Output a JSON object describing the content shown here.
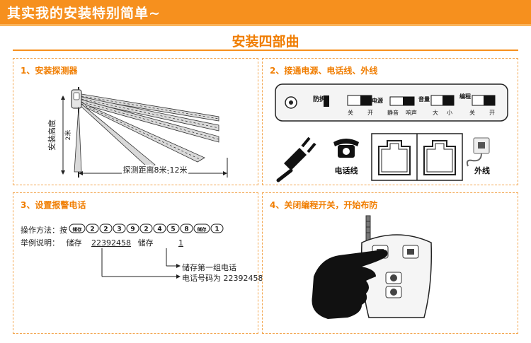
{
  "header": {
    "title": "其实我的安装特别简单~"
  },
  "section": {
    "title": "安装四部曲"
  },
  "step1": {
    "title": "1、安装探测器",
    "height_label": "安装高度",
    "height_value": "2米",
    "distance_label": "探测距离8米-12米"
  },
  "step2": {
    "title": "2、接通电源、电话线、外线",
    "switches": [
      {
        "name": "防拆",
        "left": "",
        "right": ""
      },
      {
        "name": "电源",
        "left": "关",
        "right": "开"
      },
      {
        "name": "",
        "left": "静音",
        "right": "响声"
      },
      {
        "name": "音量",
        "left": "大",
        "right": "小"
      },
      {
        "name": "编程",
        "left": "关",
        "right": "开"
      }
    ],
    "phone_line_label": "电话线",
    "external_line_label": "外线"
  },
  "step3": {
    "title": "3、设置报警电话",
    "operation_label": "操作方法：按",
    "keys": [
      "储存",
      "2",
      "2",
      "3",
      "9",
      "2",
      "4",
      "5",
      "8",
      "储存",
      "1"
    ],
    "example_label": "举例说明：",
    "store_label": "储存",
    "example_number": "22392458",
    "store_label_2": "储存",
    "example_index": "1",
    "note_group": "储存第一组电话",
    "note_number": "电话号码为 22392458"
  },
  "step4": {
    "title": "4、关闭编程开关，开始布防"
  },
  "colors": {
    "accent": "#f6901e",
    "title_orange": "#f07d00",
    "panel_border": "#f3a64f"
  }
}
